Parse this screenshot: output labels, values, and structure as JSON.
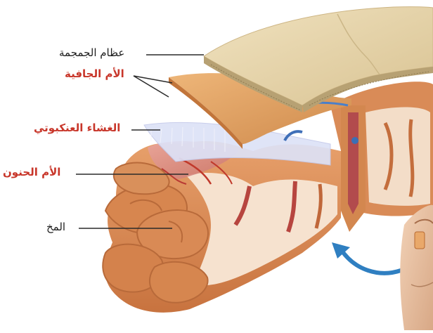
{
  "labels": {
    "skull": "عظام الجمجمة",
    "dura": "الأم الجافية",
    "arachnoid": "الغشاء العنكبوتي",
    "pia": "الأم الحنون",
    "brain": "المخ"
  },
  "colors": {
    "label_dark": "#1d1d1d",
    "label_red": "#c8362a",
    "bone": "#e6d3a8",
    "dura": "#e2a566",
    "arachnoid": "#d9def5",
    "gray_matter": "#d98b57",
    "white_matter": "#f6e2cf",
    "arrow": "#2f7fc1"
  }
}
